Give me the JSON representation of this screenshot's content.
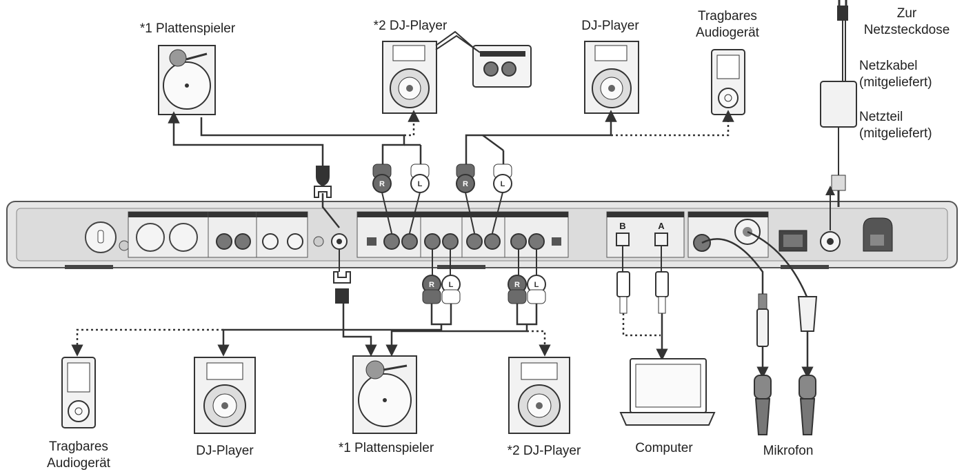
{
  "labels": {
    "top": {
      "turntable": "*1 Plattenspieler",
      "dj_player_2": "*2 DJ-Player",
      "dj_player": "DJ-Player",
      "portable_line1": "Tragbares",
      "portable_line2": "Audiogerät",
      "outlet_line1": "Zur",
      "outlet_line2": "Netzsteckdose",
      "power_cord_line1": "Netzkabel",
      "power_cord_line2": "(mitgeliefert)",
      "adapter_line1": "Netzteil",
      "adapter_line2": "(mitgeliefert)"
    },
    "bottom": {
      "portable_line1": "Tragbares",
      "portable_line2": "Audiogerät",
      "dj_player": "DJ-Player",
      "turntable": "*1 Plattenspieler",
      "dj_player_2": "*2 DJ-Player",
      "computer": "Computer",
      "microphone": "Mikrofon"
    }
  },
  "connectors": {
    "right": "R",
    "left": "L",
    "usb_b": "B",
    "usb_a": "A"
  },
  "colors": {
    "line": "#333333",
    "panel_fill": "#e6e6e6",
    "panel_stroke": "#555555",
    "device_fill": "#f2f2f2",
    "plug_dark": "#6b6b6b"
  }
}
